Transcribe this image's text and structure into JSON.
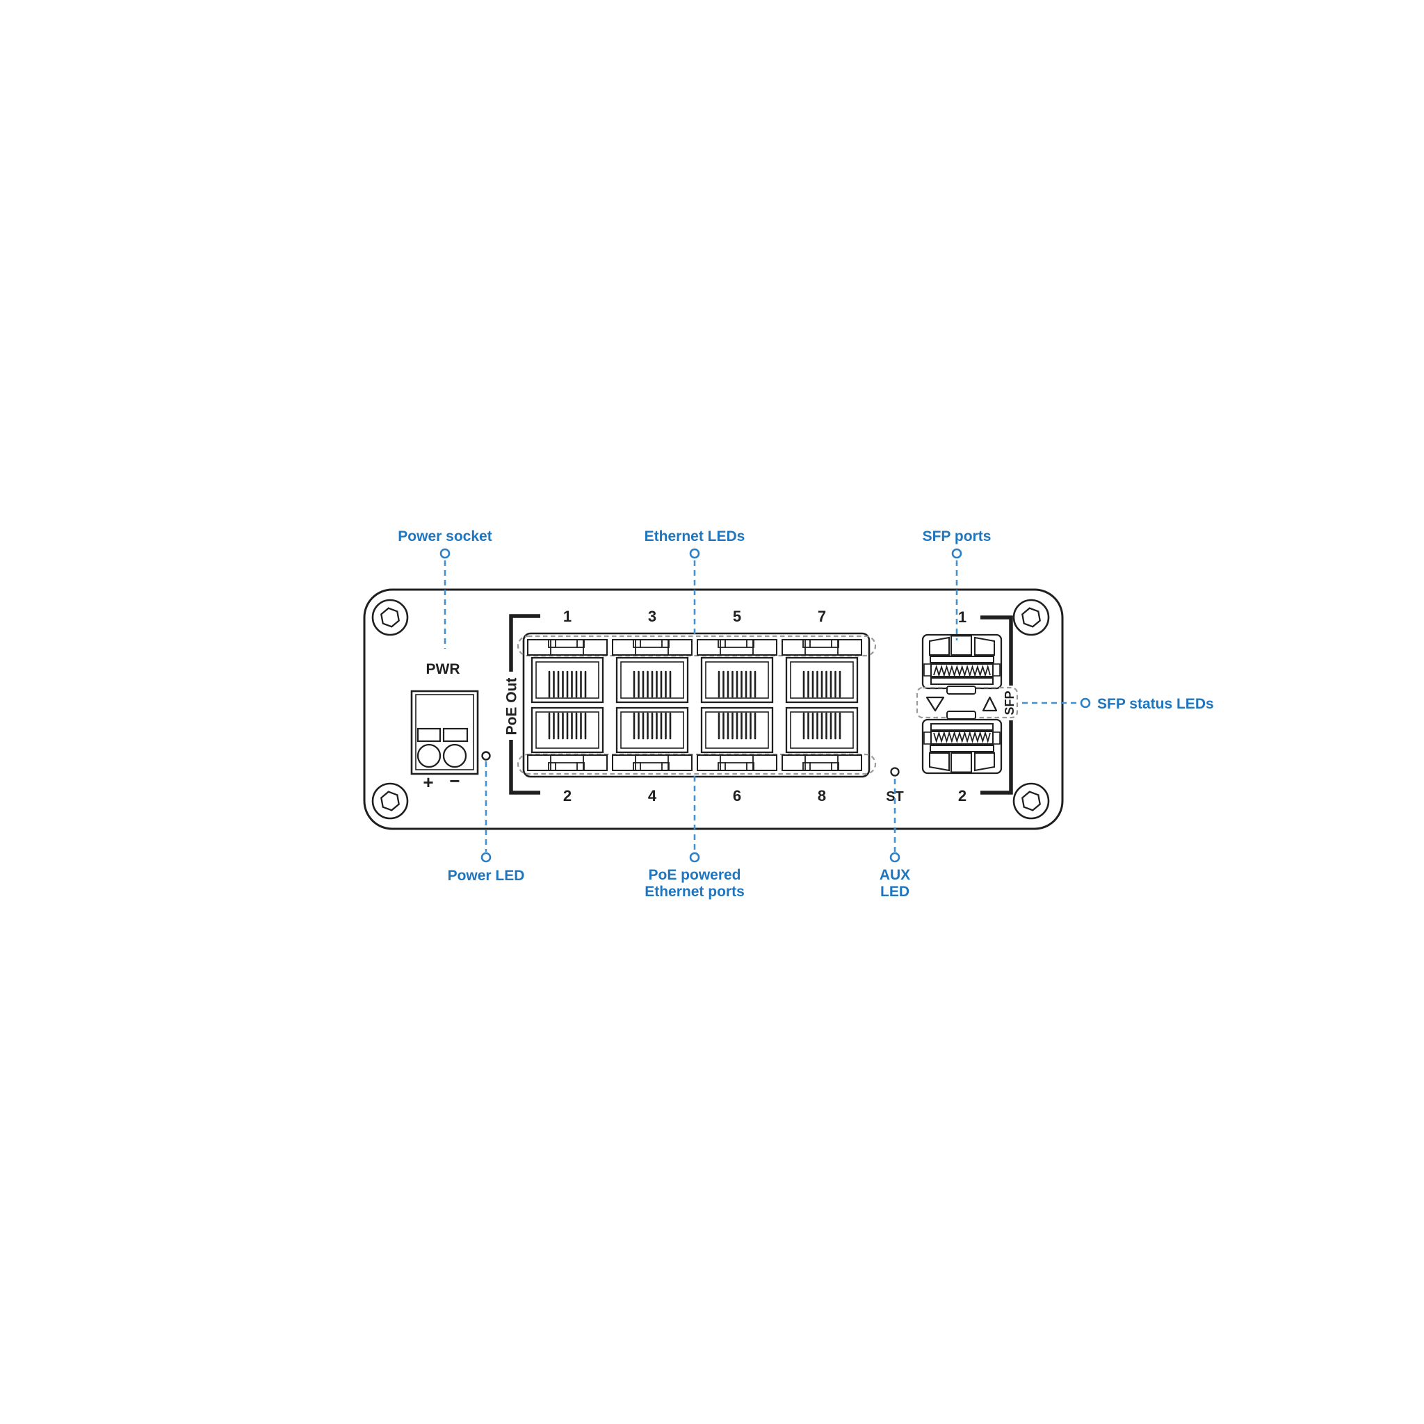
{
  "colors": {
    "accent_blue": "#1F76BE",
    "callout_dash_blue": "#4590CE",
    "diagram_ink": "#1F1F1F",
    "led_strip_dash_gray": "#9A9A9A",
    "background": "#FFFFFF"
  },
  "callouts": {
    "power_socket": {
      "label": "Power socket"
    },
    "ethernet_leds": {
      "label": "Ethernet LEDs"
    },
    "sfp_ports": {
      "label": "SFP ports"
    },
    "power_led": {
      "label": "Power LED"
    },
    "poe_powered_ports": {
      "line1": "PoE powered",
      "line2": "Ethernet ports"
    },
    "aux_led": {
      "line1": "AUX",
      "line2": "LED"
    },
    "sfp_status_leds": {
      "label": "SFP status LEDs"
    }
  },
  "device": {
    "power_socket_label": "PWR",
    "terminal_plus": "+",
    "terminal_minus": "−",
    "eth_group_label": "PoE Out",
    "eth_ports_top": [
      "1",
      "3",
      "5",
      "7"
    ],
    "eth_ports_bottom": [
      "2",
      "4",
      "6",
      "8"
    ],
    "status_led_label": "ST",
    "sfp_group_label": "SFP",
    "sfp_port_top": "1",
    "sfp_port_bottom": "2"
  }
}
